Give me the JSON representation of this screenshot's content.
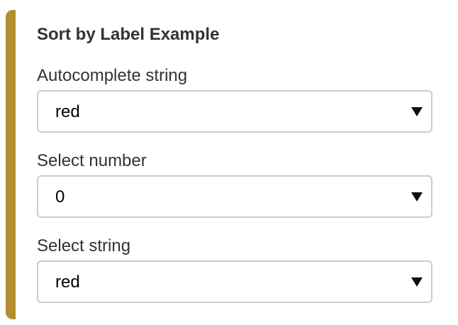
{
  "panel": {
    "title": "Sort by Label Example",
    "accent_color": "#b38e2e"
  },
  "fields": [
    {
      "label": "Autocomplete string",
      "value": "red",
      "icon": "triangle-down-icon"
    },
    {
      "label": "Select number",
      "value": "0",
      "icon": "triangle-down-icon"
    },
    {
      "label": "Select string",
      "value": "red",
      "icon": "triangle-down-icon"
    }
  ]
}
